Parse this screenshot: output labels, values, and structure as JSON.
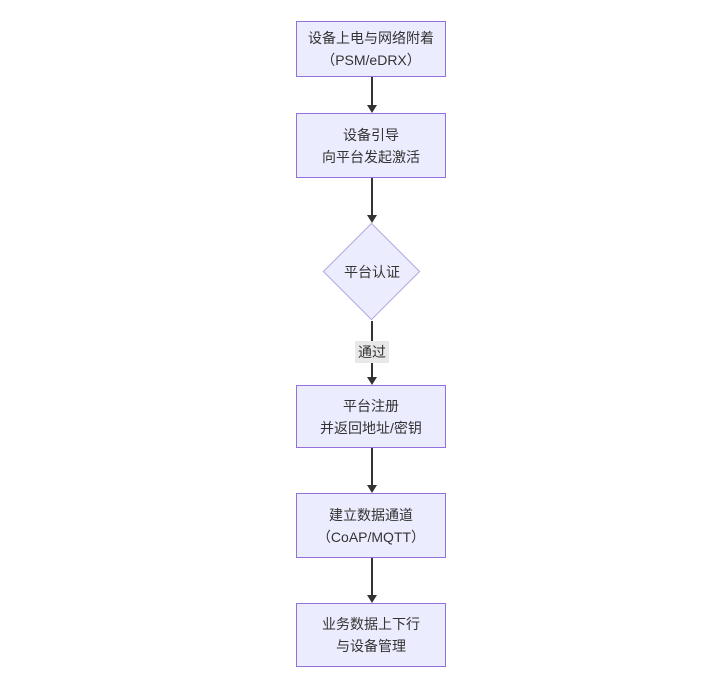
{
  "diagram": {
    "type": "flowchart",
    "direction": "top-down",
    "colors": {
      "background": "#ffffff",
      "node_fill": "#ececff",
      "node_border": "#9370db",
      "diamond_border": "#b5a3e0",
      "text": "#333333",
      "arrow": "#333333",
      "edge_label_bg": "#e8e8e8"
    },
    "nodes": [
      {
        "id": "power-attach",
        "shape": "rect",
        "line1": "设备上电与网络附着",
        "line2": "（PSM/eDRX）"
      },
      {
        "id": "bootstrap",
        "shape": "rect",
        "line1": "设备引导",
        "line2": "向平台发起激活"
      },
      {
        "id": "platform-auth",
        "shape": "diamond",
        "line1": "平台认证"
      },
      {
        "id": "platform-register",
        "shape": "rect",
        "line1": "平台注册",
        "line2": "并返回地址/密钥"
      },
      {
        "id": "data-channel",
        "shape": "rect",
        "line1": "建立数据通道",
        "line2": "（CoAP/MQTT）"
      },
      {
        "id": "business-data",
        "shape": "rect",
        "line1": "业务数据上下行",
        "line2": "与设备管理"
      }
    ],
    "edges": [
      {
        "from": "power-attach",
        "to": "bootstrap",
        "label": ""
      },
      {
        "from": "bootstrap",
        "to": "platform-auth",
        "label": ""
      },
      {
        "from": "platform-auth",
        "to": "platform-register",
        "label": "通过"
      },
      {
        "from": "platform-register",
        "to": "data-channel",
        "label": ""
      },
      {
        "from": "data-channel",
        "to": "business-data",
        "label": ""
      }
    ]
  }
}
